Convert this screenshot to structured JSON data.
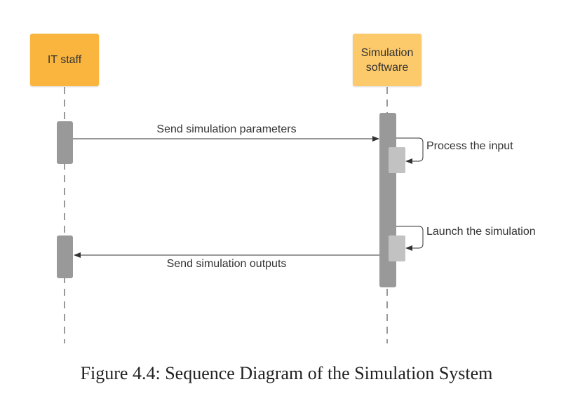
{
  "participants": [
    {
      "name": "IT staff"
    },
    {
      "name": "Simulation\nsoftware"
    }
  ],
  "messages": [
    {
      "label": "Send simulation parameters",
      "from": "IT staff",
      "to": "Simulation software"
    },
    {
      "label": "Process the input",
      "from": "Simulation software",
      "to": "Simulation software"
    },
    {
      "label": "Launch the simulation",
      "from": "Simulation software",
      "to": "Simulation software"
    },
    {
      "label": "Send simulation outputs",
      "from": "Simulation software",
      "to": "IT staff"
    }
  ],
  "caption": "Figure 4.4: Sequence Diagram of the Simulation System",
  "colors": {
    "actor_it": "#f9b53e",
    "actor_sim": "#fdca6b",
    "activation": "#999999",
    "self_activation": "#c2c2c2",
    "line": "#333333"
  }
}
